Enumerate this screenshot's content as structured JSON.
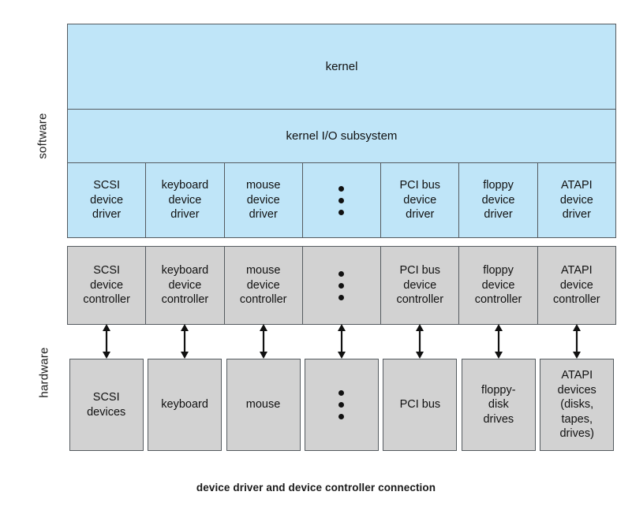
{
  "figure": {
    "caption": "device driver and device controller connection",
    "side_labels": {
      "software": "software",
      "hardware": "hardware"
    },
    "colors": {
      "software_fill": "#bfe5f8",
      "hardware_fill": "#d2d2d2",
      "stroke": "#555b60",
      "text": "#111111",
      "background": "#ffffff"
    }
  },
  "software": {
    "kernel_label": "kernel",
    "io_subsystem_label": "kernel I/O subsystem",
    "drivers": [
      {
        "kind": "text",
        "lines": [
          "SCSI",
          "device",
          "driver"
        ]
      },
      {
        "kind": "text",
        "lines": [
          "keyboard",
          "device",
          "driver"
        ]
      },
      {
        "kind": "text",
        "lines": [
          "mouse",
          "device",
          "driver"
        ]
      },
      {
        "kind": "ellipsis",
        "lines": []
      },
      {
        "kind": "text",
        "lines": [
          "PCI bus",
          "device",
          "driver"
        ]
      },
      {
        "kind": "text",
        "lines": [
          "floppy",
          "device",
          "driver"
        ]
      },
      {
        "kind": "text",
        "lines": [
          "ATAPI",
          "device",
          "driver"
        ]
      }
    ]
  },
  "hardware": {
    "controllers": [
      {
        "kind": "text",
        "lines": [
          "SCSI",
          "device",
          "controller"
        ]
      },
      {
        "kind": "text",
        "lines": [
          "keyboard",
          "device",
          "controller"
        ]
      },
      {
        "kind": "text",
        "lines": [
          "mouse",
          "device",
          "controller"
        ]
      },
      {
        "kind": "ellipsis",
        "lines": []
      },
      {
        "kind": "text",
        "lines": [
          "PCI bus",
          "device",
          "controller"
        ]
      },
      {
        "kind": "text",
        "lines": [
          "floppy",
          "device",
          "controller"
        ]
      },
      {
        "kind": "text",
        "lines": [
          "ATAPI",
          "device",
          "controller"
        ]
      }
    ],
    "devices": [
      {
        "kind": "text",
        "lines": [
          "SCSI",
          "devices"
        ]
      },
      {
        "kind": "text",
        "lines": [
          "keyboard"
        ]
      },
      {
        "kind": "text",
        "lines": [
          "mouse"
        ]
      },
      {
        "kind": "ellipsis",
        "lines": []
      },
      {
        "kind": "text",
        "lines": [
          "PCI bus"
        ]
      },
      {
        "kind": "text",
        "lines": [
          "floppy-",
          "disk",
          "drives"
        ]
      },
      {
        "kind": "text",
        "lines": [
          "ATAPI",
          "devices",
          "(disks,",
          "tapes,",
          "drives)"
        ]
      }
    ],
    "connector_count": 7,
    "connector_type": "double-headed-vertical-arrow"
  }
}
